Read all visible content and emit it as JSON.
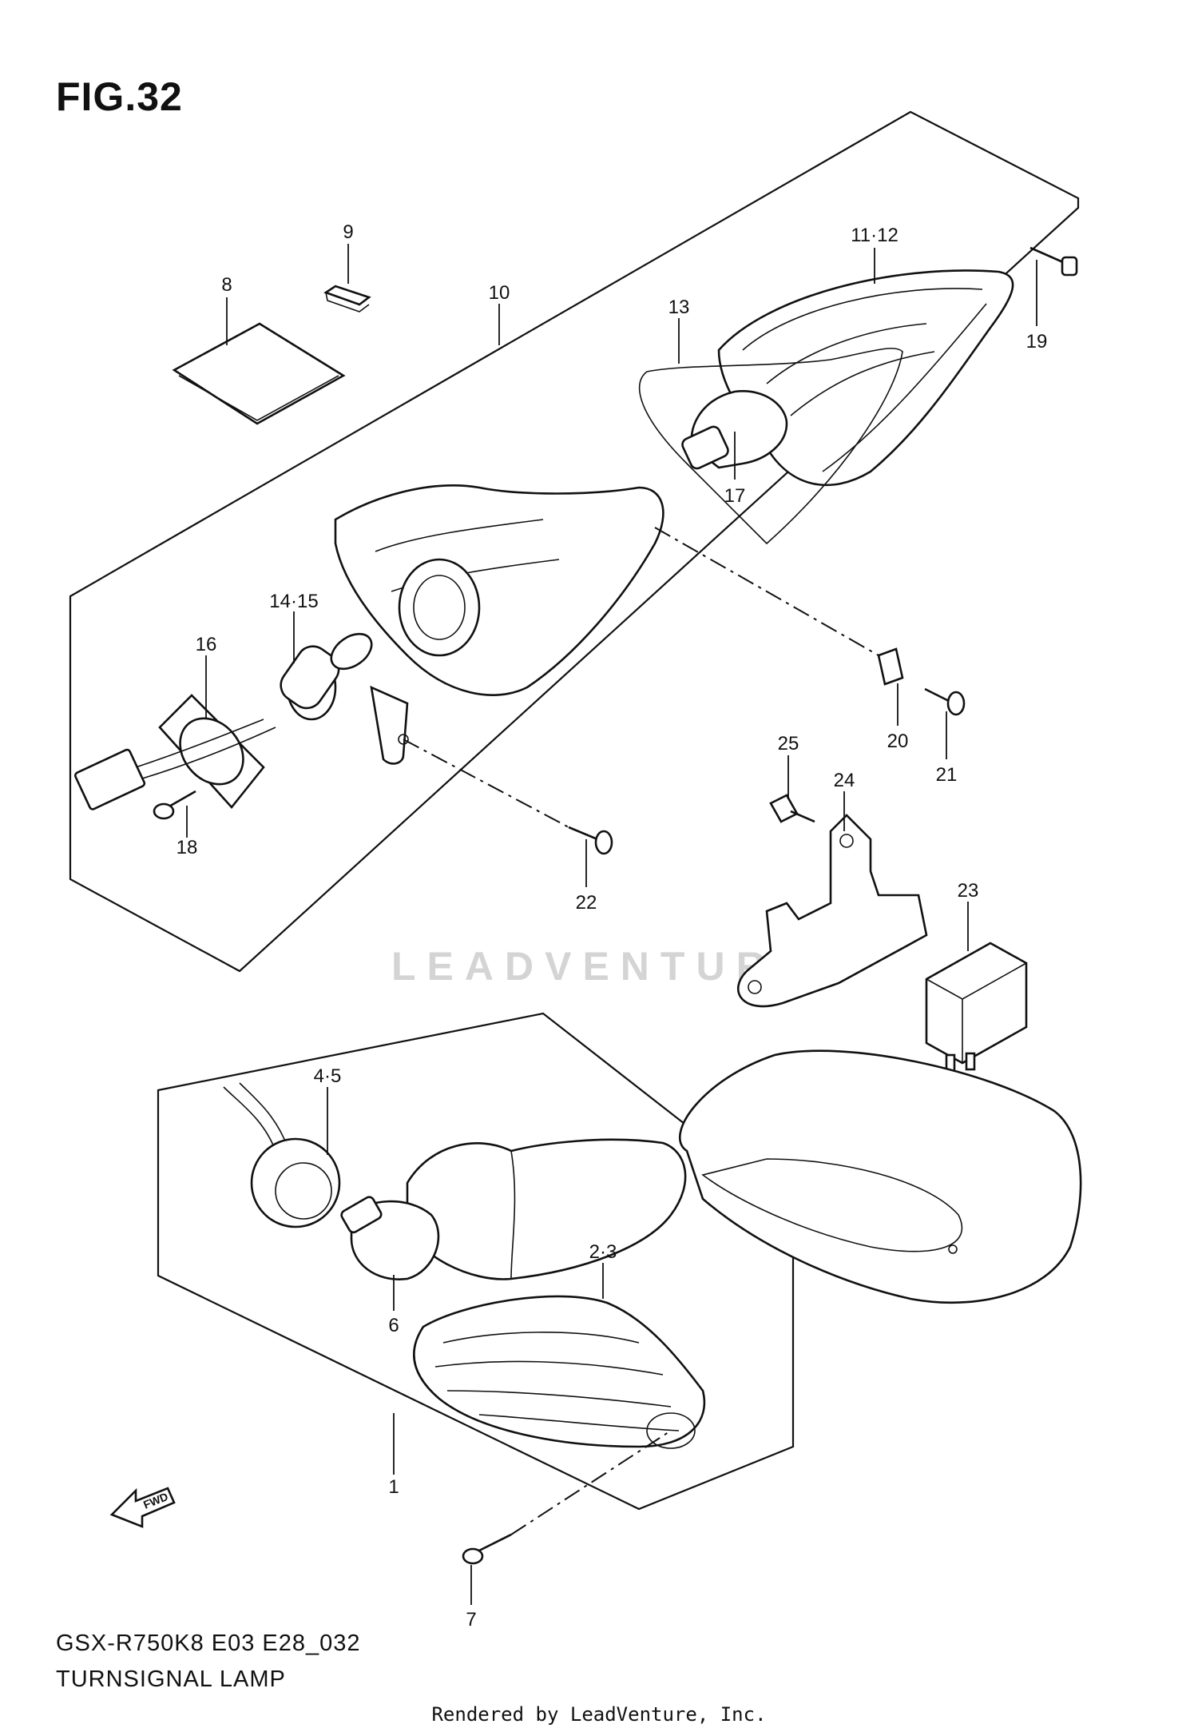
{
  "figure": {
    "title": "FIG.32",
    "model_code": "GSX-R750K8 E03 E28_032",
    "assembly_name": "TURNSIGNAL LAMP"
  },
  "watermark": "LEADVENTURE",
  "direction_marker": "FWD",
  "render_credit": "Rendered by LeadVenture, Inc.",
  "callouts": [
    {
      "id": "c8",
      "label": "8"
    },
    {
      "id": "c9",
      "label": "9"
    },
    {
      "id": "c10",
      "label": "10"
    },
    {
      "id": "c11_12",
      "label": "11·12"
    },
    {
      "id": "c13",
      "label": "13"
    },
    {
      "id": "c19",
      "label": "19"
    },
    {
      "id": "c17",
      "label": "17"
    },
    {
      "id": "c14_15",
      "label": "14·15"
    },
    {
      "id": "c16",
      "label": "16"
    },
    {
      "id": "c18",
      "label": "18"
    },
    {
      "id": "c20",
      "label": "20"
    },
    {
      "id": "c21",
      "label": "21"
    },
    {
      "id": "c25",
      "label": "25"
    },
    {
      "id": "c24",
      "label": "24"
    },
    {
      "id": "c22",
      "label": "22"
    },
    {
      "id": "c23",
      "label": "23"
    },
    {
      "id": "c4_5",
      "label": "4·5"
    },
    {
      "id": "c2_3",
      "label": "2·3"
    },
    {
      "id": "c6",
      "label": "6"
    },
    {
      "id": "c1",
      "label": "1"
    },
    {
      "id": "c7",
      "label": "7"
    }
  ]
}
